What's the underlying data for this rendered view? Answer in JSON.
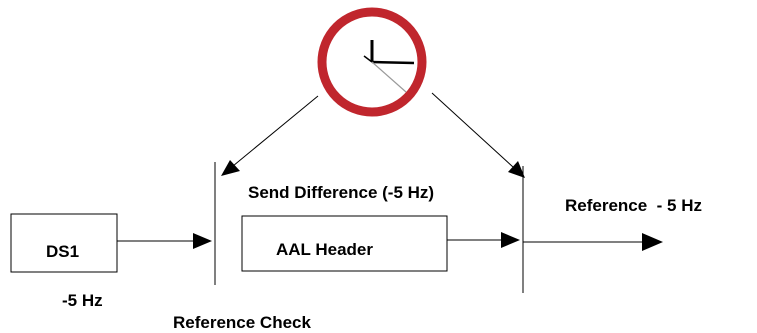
{
  "diagram": {
    "ds1_box": "DS1",
    "aal_box": "AAL Header",
    "send_difference": "Send Difference (-5 Hz)",
    "reference_out": "Reference  - 5 Hz",
    "ds1_offset": "-5 Hz",
    "reference_check": "Reference Check"
  },
  "colors": {
    "clock_ring": "#c0262d",
    "ink": "#000000"
  },
  "icons": {
    "clock": "clock-icon"
  }
}
